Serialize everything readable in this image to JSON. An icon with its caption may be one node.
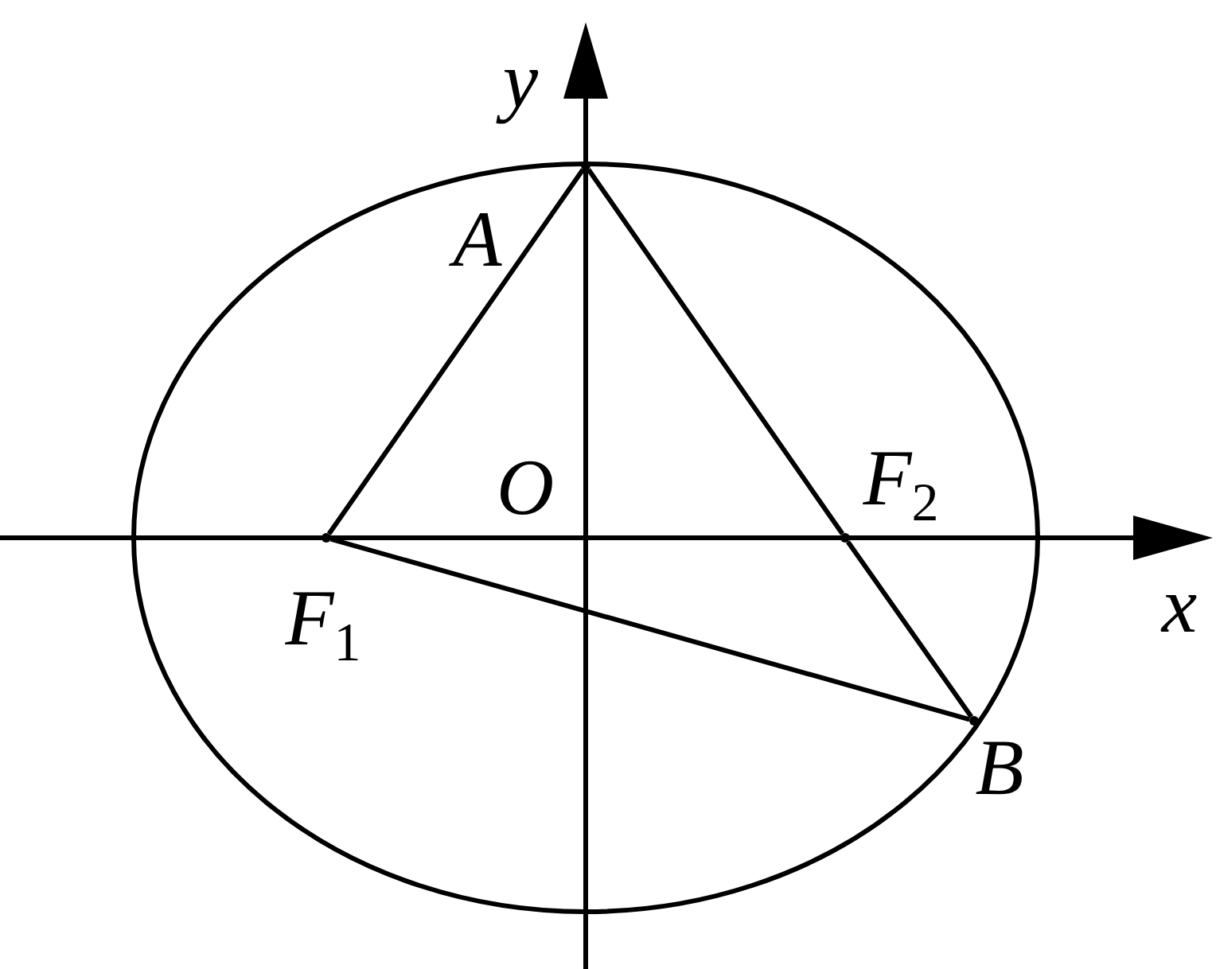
{
  "diagram": {
    "nodes": [
      {
        "text": [],
        "shape": "point",
        "beside": [
          "A"
        ]
      },
      {
        "text": [],
        "shape": "point",
        "beside": [
          "F$_{1}$"
        ]
      },
      {
        "text": [],
        "shape": "point",
        "beside": [
          "F$_{2}$"
        ]
      },
      {
        "text": [],
        "shape": "point",
        "beside": [
          "B"
        ]
      }
    ],
    "edges": [
      {
        "from": 1,
        "to": 0,
        "arrow": "none"
      },
      {
        "from": 0,
        "to": 2,
        "arrow": "none"
      },
      {
        "from": 2,
        "to": 3,
        "arrow": "none"
      },
      {
        "from": 1,
        "to": 3,
        "arrow": "none"
      }
    ],
    "labels": [
      "y",
      "O",
      "x"
    ]
  }
}
